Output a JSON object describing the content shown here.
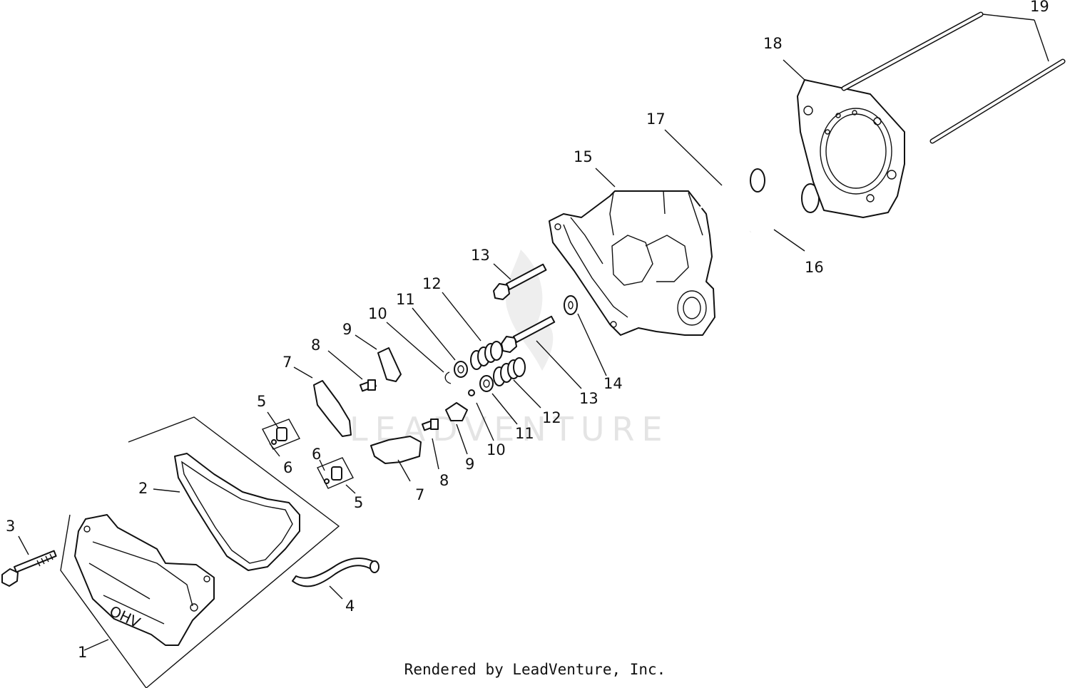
{
  "callouts": {
    "c1": "1",
    "c2": "2",
    "c3": "3",
    "c4": "4",
    "c5a": "5",
    "c5b": "5",
    "c6a": "6",
    "c6b": "6",
    "c7a": "7",
    "c7b": "7",
    "c8a": "8",
    "c8b": "8",
    "c9a": "9",
    "c9b": "9",
    "c10a": "10",
    "c10b": "10",
    "c11a": "11",
    "c11b": "11",
    "c12a": "12",
    "c12b": "12",
    "c13a": "13",
    "c13b": "13",
    "c14": "14",
    "c15": "15",
    "c16": "16",
    "c17": "17",
    "c18": "18",
    "c19": "19"
  },
  "cover_marking": "OHV",
  "watermark": "LEADVENTURE",
  "credit": "Rendered by LeadVenture, Inc."
}
